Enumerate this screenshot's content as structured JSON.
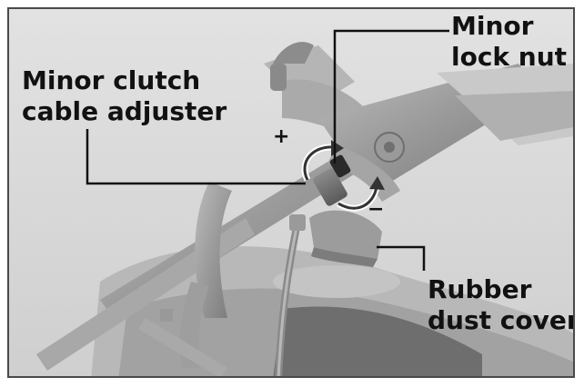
{
  "labels": {
    "lock_nut": [
      "Minor",
      "lock nut"
    ],
    "cable_adjuster": [
      "Minor clutch",
      "cable adjuster"
    ],
    "dust_cover": [
      "Rubber",
      "dust cover"
    ]
  },
  "signs": {
    "plus": "+",
    "minus": "−"
  },
  "icons": [
    "rotation-arrow-icon"
  ],
  "colors": {
    "line": "#111111",
    "border": "#4a4a4a",
    "background": "#dadada"
  }
}
